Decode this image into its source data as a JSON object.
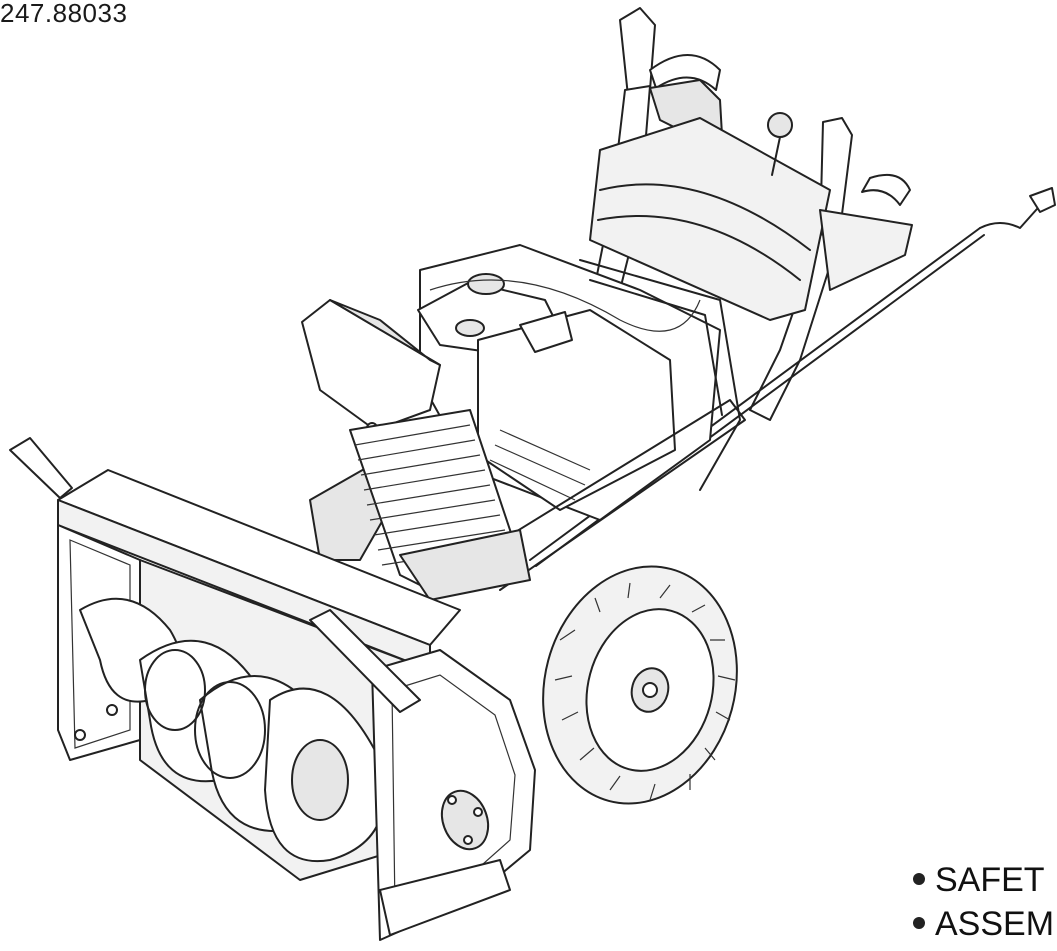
{
  "document": {
    "model_number": "247.88033",
    "bullets": [
      "SAFET",
      "ASSEM"
    ]
  },
  "illustration": {
    "icon": "snow-thrower-line-drawing"
  }
}
